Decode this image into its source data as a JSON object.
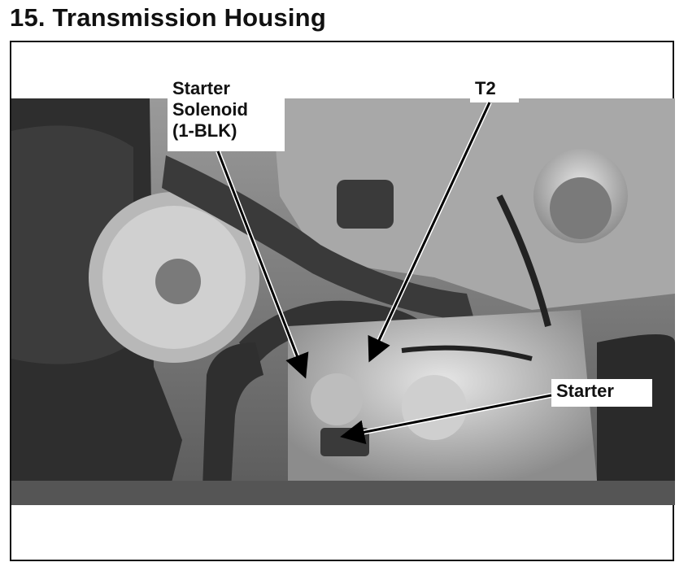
{
  "heading": "15. Transmission Housing",
  "callouts": {
    "starter_solenoid": [
      "Starter",
      "Solenoid",
      "(1-BLK)"
    ],
    "t2": "T2",
    "starter": "Starter"
  },
  "colors": {
    "text": "#111111",
    "photo_dark": "#2b2b2b",
    "photo_mid": "#8a8a8a",
    "photo_light": "#d4d4d4"
  }
}
